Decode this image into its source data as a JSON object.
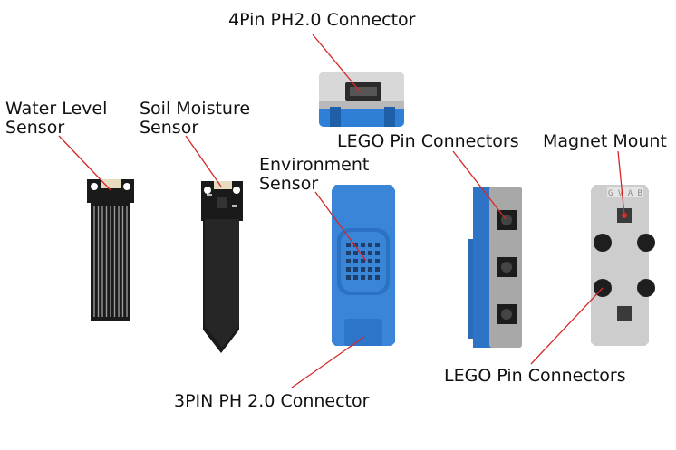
{
  "labels": {
    "connector_4pin": "4Pin PH2.0 Connector",
    "water_level": "Water Level\nSensor",
    "soil_moisture": "Soil Moisture\nSensor",
    "environment": "Environment\nSensor",
    "lego_top": "LEGO Pin Connectors",
    "magnet_mount": "Magnet Mount",
    "connector_3pin": "3PIN PH 2.0 Connector",
    "lego_bottom": "LEGO Pin Connectors"
  },
  "module_marking": "G V A B",
  "colors": {
    "leader_line": "#d62828",
    "shell_blue": "#3a85d8",
    "shell_blue_dark": "#2a6cb8",
    "pcb_black": "#1b1b1b",
    "shell_gray": "#c9c9c9"
  }
}
